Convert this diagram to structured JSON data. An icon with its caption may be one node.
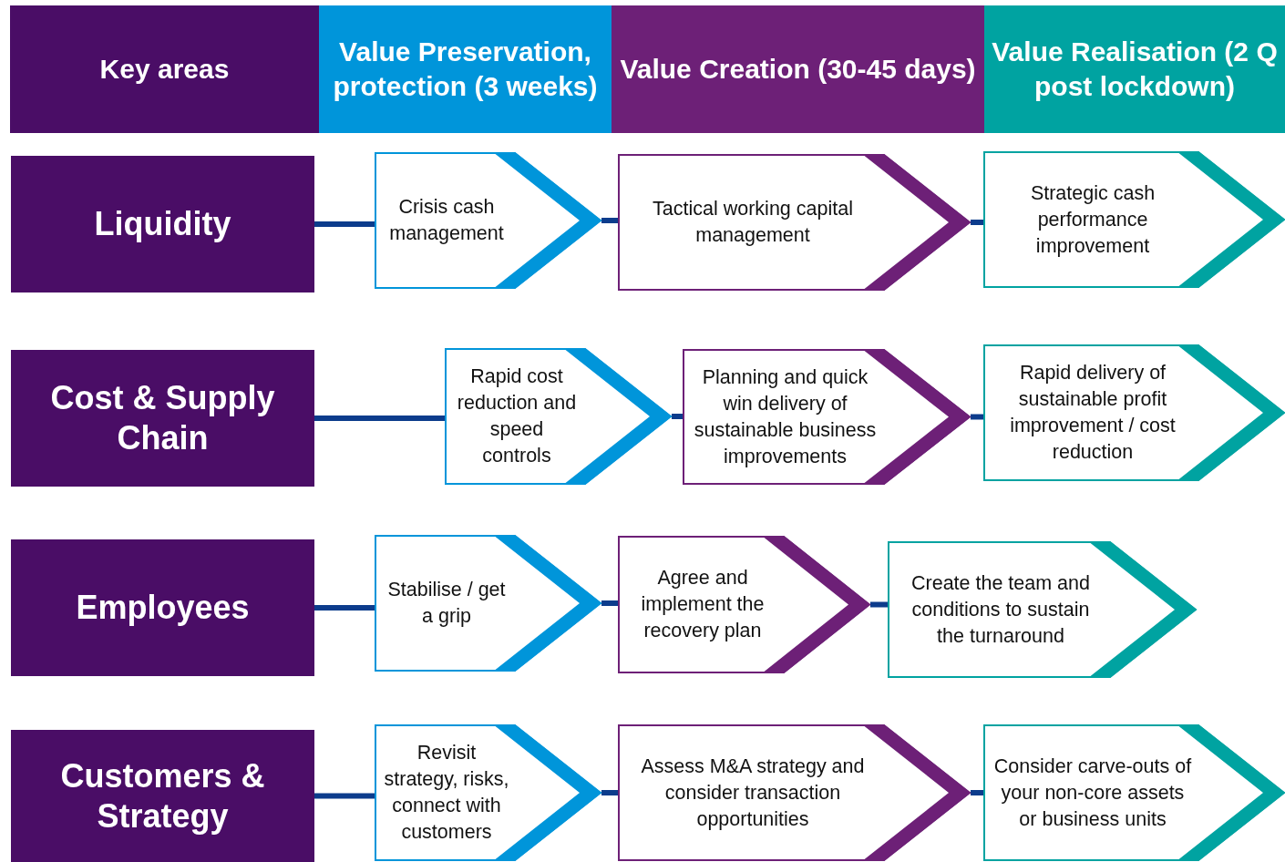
{
  "diagram": {
    "nodes": [
      {
        "text": [
          "Key areas"
        ]
      },
      {
        "text": [
          "Value Preservation, protection (3 weeks)"
        ]
      },
      {
        "text": [
          "Value Creation (30-45 days)"
        ]
      },
      {
        "text": [
          "Value Realisation (2 Q post lockdown)"
        ]
      },
      {
        "text": [
          "Liquidity"
        ]
      },
      {
        "text": [
          "Crisis cash management"
        ]
      },
      {
        "text": [
          "Tactical working capital management"
        ]
      },
      {
        "text": [
          "Strategic cash performance improvement"
        ]
      },
      {
        "text": [
          "Cost & Supply Chain"
        ]
      },
      {
        "text": [
          "Rapid cost reduction and speed controls"
        ]
      },
      {
        "text": [
          "Planning and quick win delivery of sustainable business improvements"
        ]
      },
      {
        "text": [
          "Rapid delivery of sustainable profit improvement / cost reduction"
        ]
      },
      {
        "text": [
          "Employees"
        ]
      },
      {
        "text": [
          "Stabilise / get a grip"
        ]
      },
      {
        "text": [
          "Agree and implement the recovery plan"
        ]
      },
      {
        "text": [
          "Create the team and conditions to sustain the turnaround"
        ]
      },
      {
        "text": [
          "Customers & Strategy"
        ]
      },
      {
        "text": [
          "Revisit strategy, risks, connect with customers"
        ]
      },
      {
        "text": [
          "Assess M&A strategy and consider transaction opportunities"
        ]
      },
      {
        "text": [
          "Consider carve-outs of your non-core assets or business units"
        ]
      }
    ],
    "edges": [
      {
        "from": 4,
        "to": 5,
        "arrow": "none"
      },
      {
        "from": 5,
        "to": 6,
        "arrow": "none"
      },
      {
        "from": 6,
        "to": 7,
        "arrow": "none"
      },
      {
        "from": 8,
        "to": 9,
        "arrow": "none"
      },
      {
        "from": 9,
        "to": 10,
        "arrow": "none"
      },
      {
        "from": 10,
        "to": 11,
        "arrow": "none"
      },
      {
        "from": 12,
        "to": 13,
        "arrow": "none"
      },
      {
        "from": 13,
        "to": 14,
        "arrow": "none"
      },
      {
        "from": 14,
        "to": 15,
        "arrow": "none"
      },
      {
        "from": 16,
        "to": 17,
        "arrow": "none"
      },
      {
        "from": 17,
        "to": 18,
        "arrow": "none"
      },
      {
        "from": 18,
        "to": 19,
        "arrow": "none"
      }
    ]
  }
}
